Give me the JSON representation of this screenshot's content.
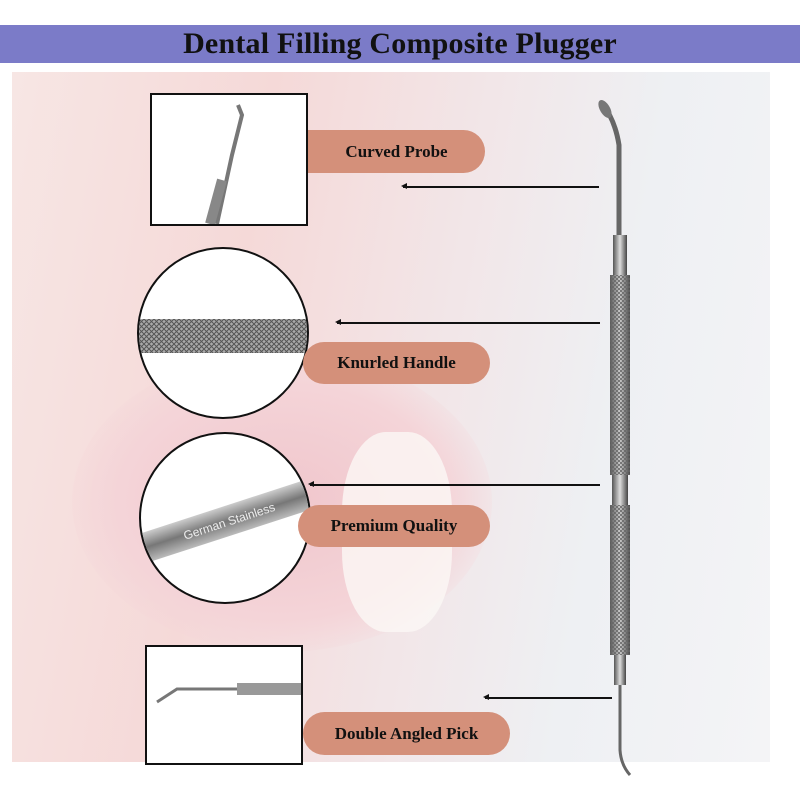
{
  "title": "Dental Filling Composite Plugger",
  "features": [
    {
      "label": "Curved Probe"
    },
    {
      "label": "Knurled Handle"
    },
    {
      "label": "Premium Quality"
    },
    {
      "label": "Double Angled Pick"
    }
  ],
  "engraving": "German Stainless",
  "colors": {
    "title_bar": "#7b7bc8",
    "label_pill": "#d4907a"
  }
}
